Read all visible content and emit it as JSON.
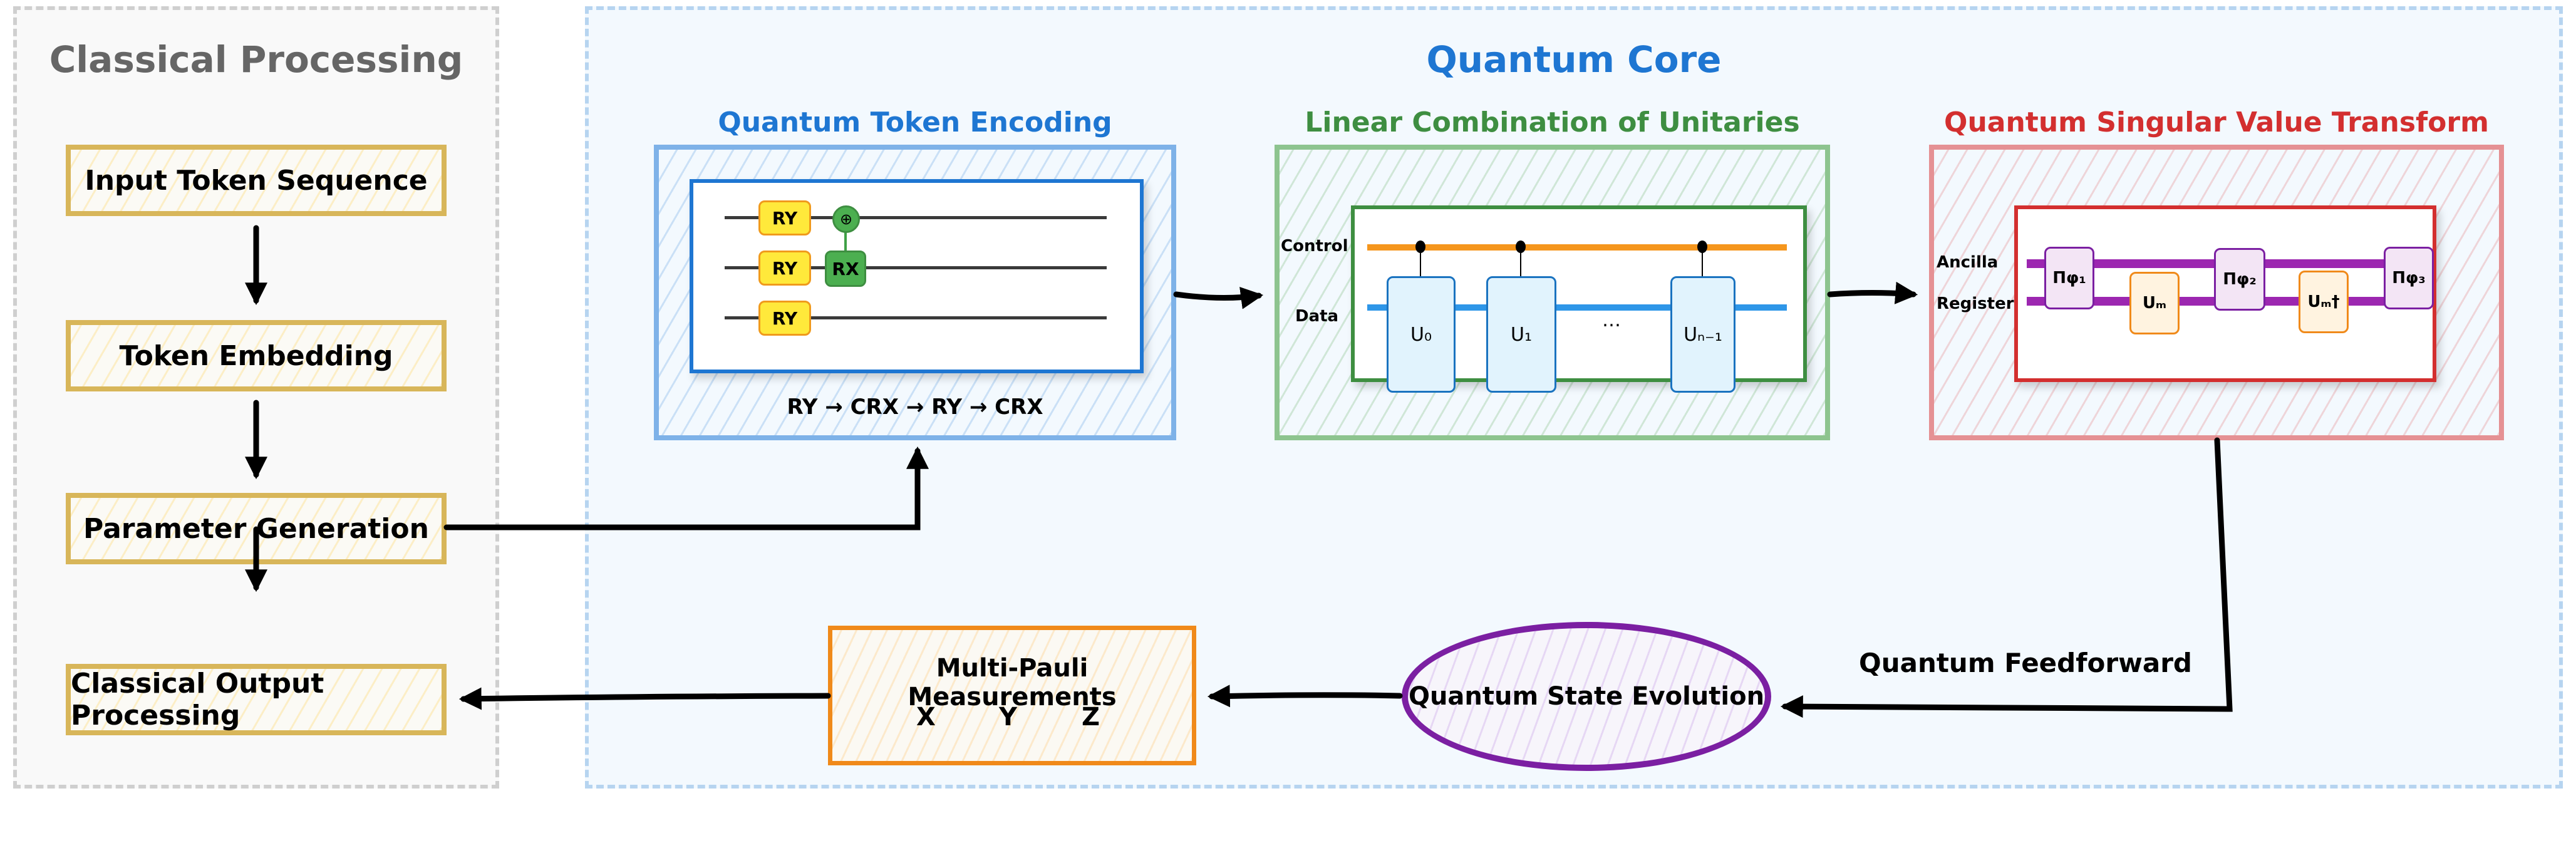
{
  "panels": {
    "classical": {
      "title": "Classical Processing",
      "steps": [
        "Input Token Sequence",
        "Token Embedding",
        "Parameter Generation",
        "Classical Output Processing"
      ]
    },
    "quantum": {
      "title": "Quantum Core"
    }
  },
  "quantum_token_encoding": {
    "title": "Quantum Token Encoding",
    "gates": {
      "ry": "RY",
      "rx": "RX",
      "target_symbol": "⊕"
    },
    "sequence": "RY → CRX → RY → CRX"
  },
  "lcu": {
    "title": "Linear Combination of Unitaries",
    "control_label": "Control",
    "data_label": "Data",
    "unitaries": [
      "U₀",
      "U₁",
      "Uₙ₋₁"
    ],
    "ellipsis": "…"
  },
  "qsvt": {
    "title": "Quantum Singular Value Transform",
    "ancilla_label": "Ancilla",
    "register_label": "Register",
    "projectors": [
      "Πφ₁",
      "Πφ₂",
      "Πφ₃"
    ],
    "unitaries": [
      "Uₘ",
      "Uₘ†"
    ]
  },
  "measurement": {
    "title": "Multi-Pauli Measurements",
    "paulis": [
      "X",
      "Y",
      "Z"
    ]
  },
  "evolution": {
    "title": "Quantum State Evolution"
  },
  "feedforward": {
    "label": "Quantum Feedforward"
  },
  "colors": {
    "classical_border": "#d8b65a",
    "quantum_title": "#1e76d2",
    "qte": "#1e76d2",
    "lcu": "#3e8e41",
    "qsvt": "#d32f2f",
    "measurement": "#f08a1a",
    "evolution": "#7b1fa2"
  }
}
